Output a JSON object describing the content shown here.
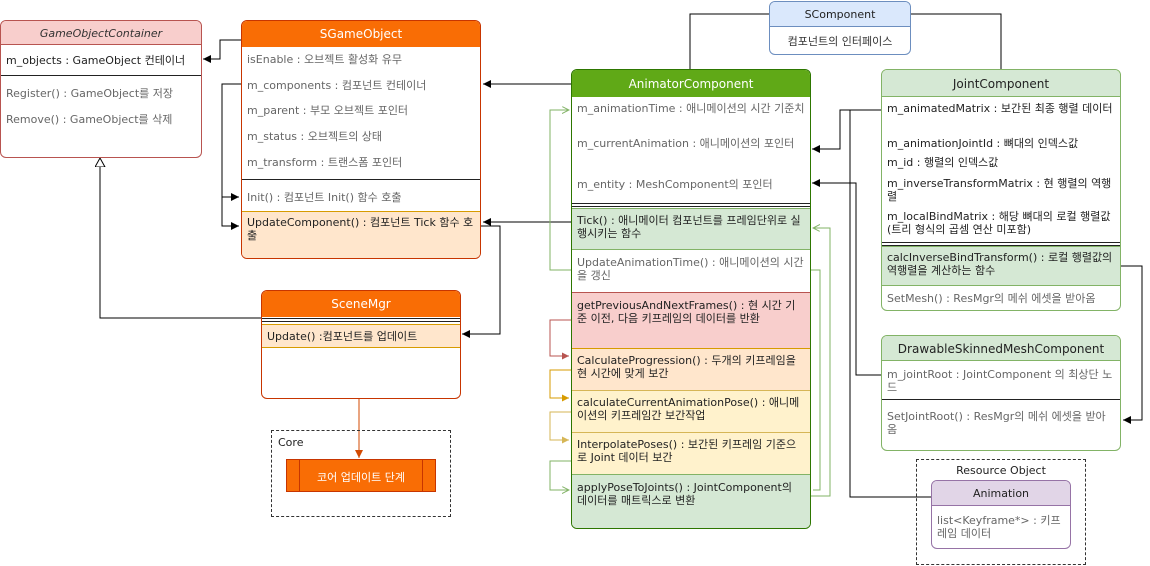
{
  "game_object_container": {
    "title": "GameObjectContainer",
    "field": {
      "name": "m_objects",
      "desc": " : GameObject 컨테이너"
    },
    "methods": [
      {
        "name": "Register()",
        "desc": " : GameObject를 저장"
      },
      {
        "name": "Remove()",
        "desc": " : GameObject를 삭제"
      }
    ]
  },
  "sgameobject": {
    "title": "SGameObject",
    "fields": [
      {
        "name": "isEnable",
        "desc": " : 오브젝트 활성화 유무"
      },
      {
        "name": "m_components",
        "desc": " : 컴포넌트 컨테이너"
      },
      {
        "name": "m_parent",
        "desc": " : 부모 오브젝트 포인터"
      },
      {
        "name": "m_status",
        "desc": " : 오브젝트의 상태"
      },
      {
        "name": "m_transform",
        "desc": " : 트랜스폼 포인터"
      }
    ],
    "init": {
      "name": "Init()",
      "desc": " : 컴포넌트 Init() 함수 호출"
    },
    "update": {
      "name": "UpdateComponent()",
      "desc": " : 컴포넌트 Tick 함수 호출"
    }
  },
  "scene_mgr": {
    "title": "SceneMgr",
    "update": {
      "name": "Update()",
      "desc": " :컴포넌트를 업데이트"
    }
  },
  "core": {
    "title": "Core",
    "step": "코어 업데이트 단계"
  },
  "scomponent": {
    "title": "SComponent",
    "desc": "컴포넌트의 인터페이스"
  },
  "animator": {
    "title": "AnimatorComponent",
    "fields": [
      {
        "name": "m_animationTime",
        "desc": " : 애니메이션의 시간 기준치"
      },
      {
        "name": "m_currentAnimation",
        "desc": " : 애니메이션의 포인터"
      },
      {
        "name": "m_entity",
        "desc": " : MeshComponent의 포인터"
      }
    ],
    "methods": [
      {
        "name": "Tick()",
        "desc": " : 애니메이터 컴포넌트를 프레임단위로 실행시키는 함수"
      },
      {
        "name": "UpdateAnimationTime()",
        "desc": " : 애니메이션의 시간을 갱신"
      },
      {
        "name": "getPreviousAndNextFrames()",
        "desc": " : 현 시간 기준 이전, 다음 키프레임의 데이터를 반환"
      },
      {
        "name": "CalculateProgression()",
        "desc": " : 두개의 키프레임을 현 시간에 맞게 보간"
      },
      {
        "name": "calculateCurrentAnimationPose()",
        "desc": " : 애니메이션의 키프레임간 보간작업"
      },
      {
        "name": "InterpolatePoses()",
        "desc": " : 보간된 키프레임 기준으로 Joint 데이터 보간"
      },
      {
        "name": "applyPoseToJoints()",
        "desc": " : JointComponent의 데이터를 매트릭스로 변환"
      }
    ]
  },
  "joint": {
    "title": "JointComponent",
    "fields": [
      {
        "name": "m_animatedMatrix",
        "desc": " : 보간된 최종 행렬 데이터"
      },
      {
        "name": "m_animationJointId",
        "desc": " : 뼈대의 인덱스값"
      },
      {
        "name": "m_id",
        "desc": " : 행렬의 인덱스값"
      },
      {
        "name": "m_inverseTransformMatrix",
        "desc": " : 현 행렬의 역행렬"
      },
      {
        "name": "m_localBindMatrix",
        "desc": " : 해당 뼈대의 로컬 행렬값 (트리 형식의 곱셈 연산 미포함)"
      }
    ],
    "methods": [
      {
        "name": "calcInverseBindTransform()",
        "desc": " : 로컬 행렬값의 역행렬을 계산하는 함수"
      },
      {
        "name": "SetMesh()",
        "desc": " : ResMgr의 메쉬 에셋을 받아옴"
      }
    ]
  },
  "drawable": {
    "title": "DrawableSkinnedMeshComponent",
    "field": {
      "name": "m_jointRoot",
      "desc": " : JointComponent 의 최상단 노드"
    },
    "method": {
      "name": "SetJointRoot()",
      "desc": " : ResMgr의 메쉬 에셋을 받아옴"
    }
  },
  "resource": {
    "title": "Resource Object",
    "animation_title": "Animation",
    "field": {
      "name": "list<Keyframe*>",
      "desc": " : 키프레임 데이터"
    }
  },
  "colors": {
    "orange_header": "#f96d05",
    "green_header": "#60a917",
    "green_light_header": "#d5e8d4",
    "blue_header": "#dae8fc",
    "purple_header": "#e1d5e7",
    "red_box": "#f8cecc",
    "orange_box": "#ffe6cc",
    "yellow_box": "#fff2cc",
    "green_box": "#d5e8d4"
  }
}
